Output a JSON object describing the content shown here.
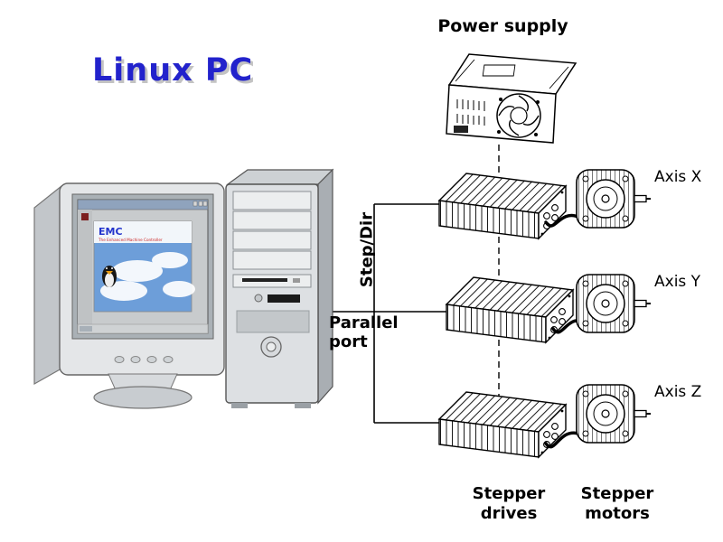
{
  "title": "Linux PC",
  "labels": {
    "power_supply": "Power supply",
    "step_dir": "Step/Dir",
    "parallel_port": "Parallel port",
    "stepper_drives": "Stepper drives",
    "stepper_motors": "Stepper motors"
  },
  "axes": [
    {
      "label": "Axis X"
    },
    {
      "label": "Axis Y"
    },
    {
      "label": "Axis Z"
    }
  ],
  "monitor_screen": {
    "brand": "EMC",
    "subtitle": "The Enhanced Machine Controller"
  },
  "colors": {
    "title_blue": "#2222cc",
    "line_black": "#000000",
    "screen_sky": "#6d9ed9"
  }
}
